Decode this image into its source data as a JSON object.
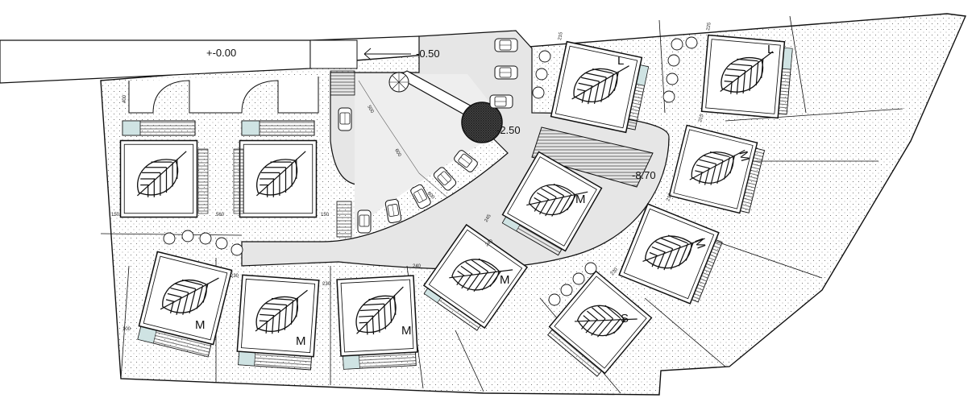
{
  "levels": {
    "street": "+-0.00",
    "upper": "-0.50",
    "mid": "-2.50",
    "lower": "-8.70"
  },
  "house_types": {
    "large": "L",
    "medium": "M",
    "small": "S"
  },
  "dimensions": {
    "d400": "400",
    "d500": "500",
    "d600": "600",
    "d560": "560",
    "d150": "150",
    "d225": "225",
    "d215": "215",
    "d212": "212",
    "d230": "230",
    "d245": "245",
    "d240": "240",
    "d100": "100"
  },
  "colors": {
    "line": "#1a1a1a",
    "road": "#e6e6e6",
    "terrace": "#cfe3e3",
    "hatch": "#666666"
  }
}
